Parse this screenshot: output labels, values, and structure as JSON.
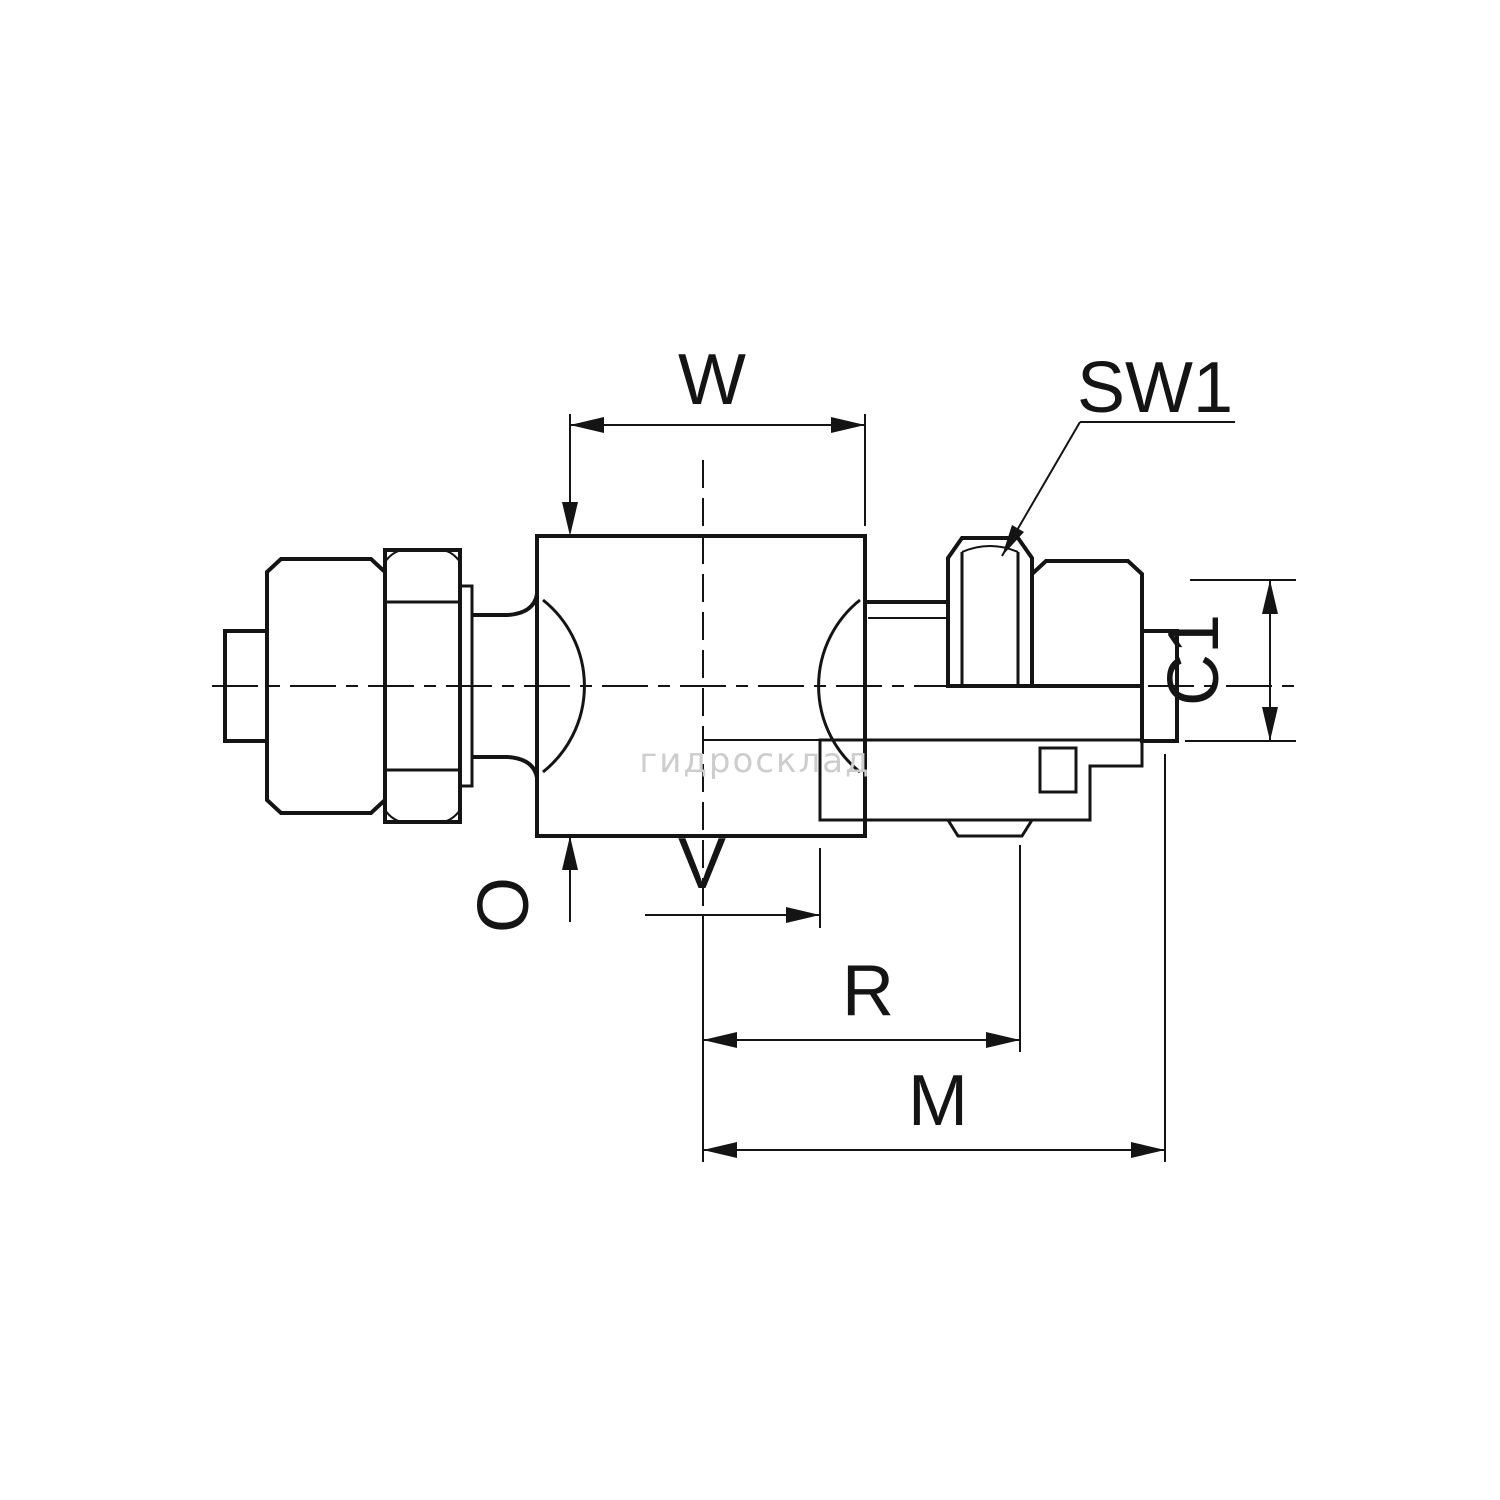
{
  "page": {
    "background": "#ffffff"
  },
  "colors": {
    "line": "#141414",
    "watermark": "#cdcdcd"
  },
  "labels": {
    "width_top": "W",
    "wrench_size": "SW1",
    "tube_dim": "C1",
    "body_diameter": "O",
    "offset": "V",
    "thread_length": "R",
    "overall_length": "M"
  },
  "watermark": {
    "text": "гидросклад"
  }
}
